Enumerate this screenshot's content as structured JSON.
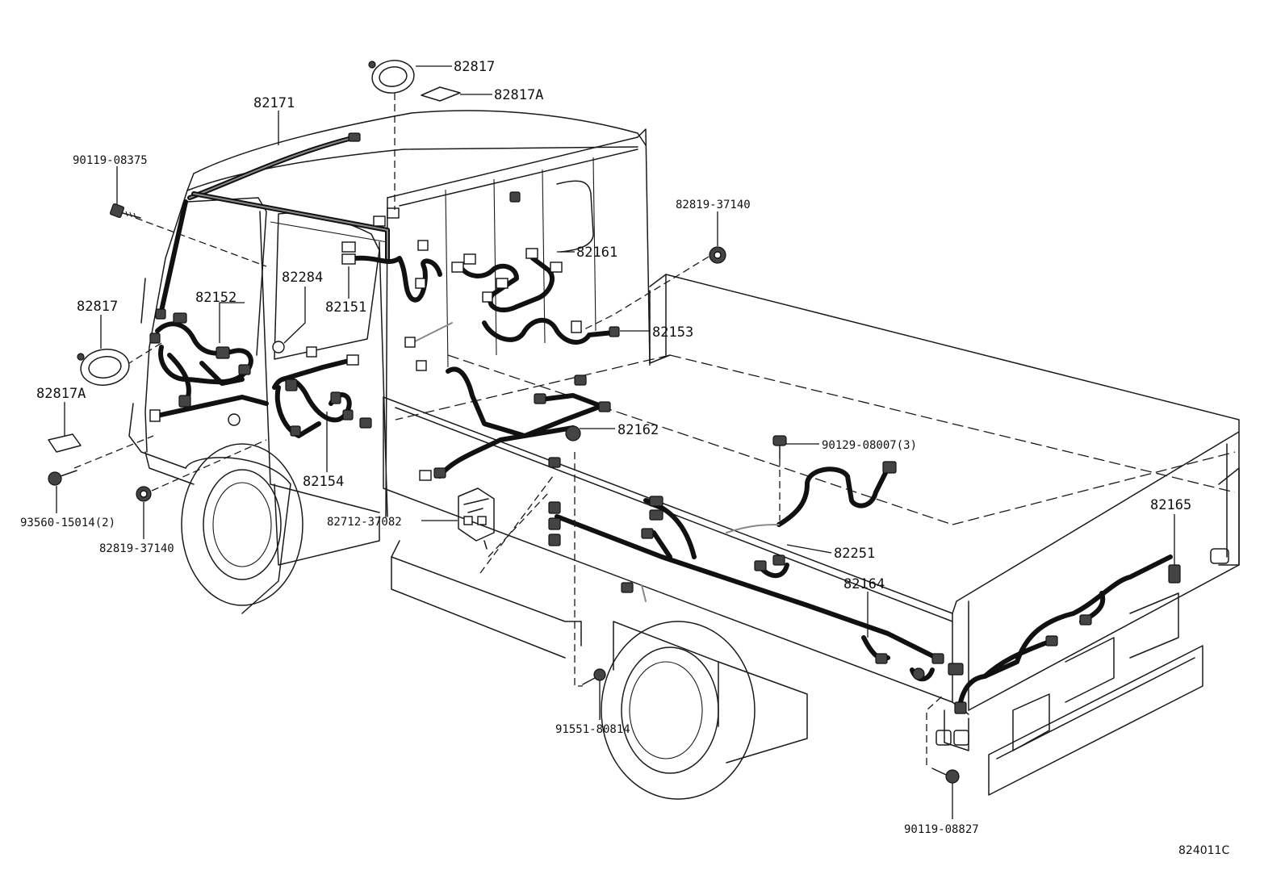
{
  "labels": {
    "p82817_top": "82817",
    "p82817A_top": "82817A",
    "p82171": "82171",
    "p90119_08375": "90119-08375",
    "p82819_37140_right": "82819-37140",
    "p82161": "82161",
    "p82284": "82284",
    "p82152": "82152",
    "p82151": "82151",
    "p82817_left": "82817",
    "p82153": "82153",
    "p82817A_left": "82817A",
    "p82162": "82162",
    "p90129_08007": "90129-08007(3)",
    "p82154": "82154",
    "p93560_15014": "93560-15014(2)",
    "p82712_37082": "82712-37082",
    "p82819_37140_left": "82819-37140",
    "p82251": "82251",
    "p82165": "82165",
    "p82164": "82164",
    "p91551_80814": "91551-80814",
    "p90119_08827": "90119-08827",
    "diagram_code": "824011C"
  }
}
